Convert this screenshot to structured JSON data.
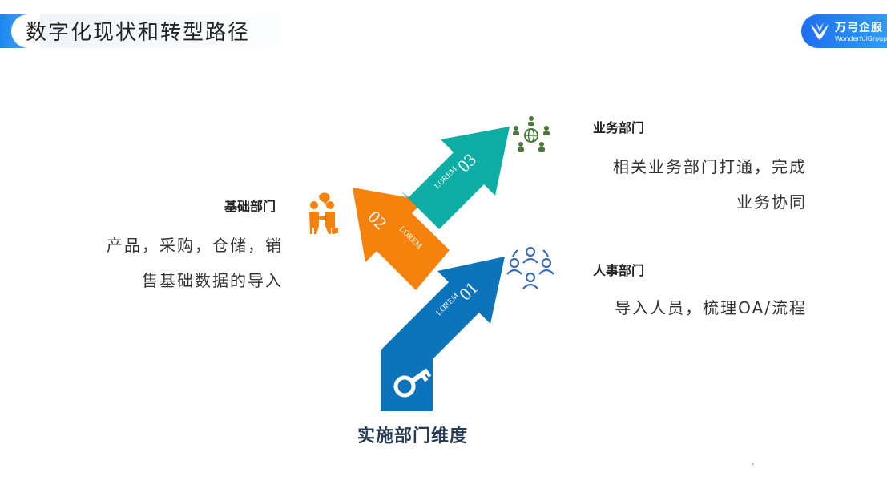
{
  "header": {
    "title": "数字化现状和转型路径"
  },
  "logo": {
    "name_cn": "万弓企服",
    "name_en": "WonderfulGroup",
    "icon": "v-leaf-logo"
  },
  "colors": {
    "blue": "#0d73bb",
    "orange": "#f5820d",
    "teal": "#0dada3",
    "accent": "#1a86f0"
  },
  "arrows": [
    {
      "number": "01",
      "tag": "LOREM",
      "color": "#0d73bb",
      "icon": "key-icon"
    },
    {
      "number": "02",
      "tag": "LOREM",
      "color": "#f5820d",
      "icon": ""
    },
    {
      "number": "03",
      "tag": "LOREM",
      "color": "#0dada3",
      "icon": ""
    }
  ],
  "sections": {
    "base": {
      "title": "基础部门",
      "lines": [
        "产品，采购，仓储，销",
        "售基础数据的导入"
      ],
      "icon": "business-handshake-icon"
    },
    "business": {
      "title": "业务部门",
      "lines": [
        "相关业务部门打通，完成",
        "业务协同"
      ],
      "icon": "global-network-icon"
    },
    "hr": {
      "title": "人事部门",
      "lines": [
        "导入人员，梳理OA/流程"
      ],
      "icon": "team-people-icon"
    }
  },
  "caption": "实施部门维度",
  "footnote": "‹"
}
